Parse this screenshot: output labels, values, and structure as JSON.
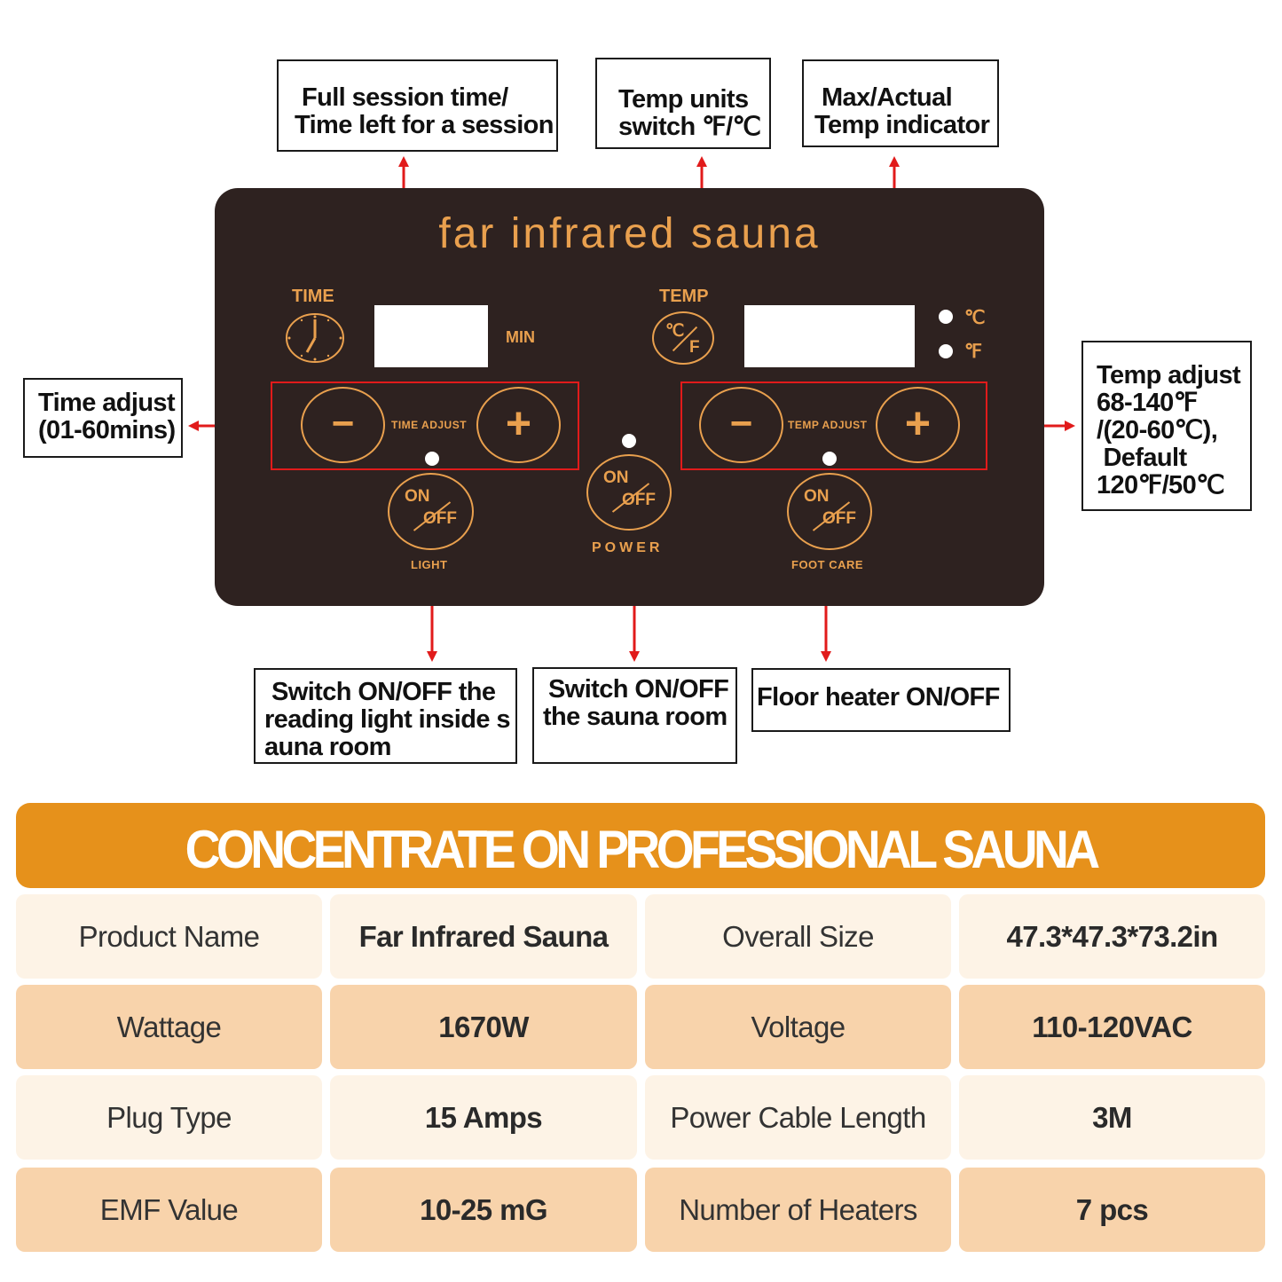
{
  "callouts": {
    "session_time": [
      "Full session time/",
      "Time left for a session"
    ],
    "temp_units": [
      "Temp units",
      "switch ℉/℃"
    ],
    "max_actual": [
      "Max/Actual",
      "Temp indicator"
    ],
    "time_adjust": [
      "Time adjust",
      "(01-60mins)"
    ],
    "temp_adjust": [
      "Temp adjust",
      "68-140℉",
      "/(20-60℃),",
      " Default",
      "120℉/50℃"
    ],
    "light": [
      "Switch ON/OFF the",
      "reading light inside s",
      "auna room"
    ],
    "power": [
      "Switch ON/OFF",
      "the sauna room"
    ],
    "floor": [
      "Floor heater ON/OFF"
    ]
  },
  "panel": {
    "title": "far infrared sauna",
    "time_label": "TIME",
    "min_label": "MIN",
    "temp_label": "TEMP",
    "celsius": "℃",
    "fahrenheit": "℉",
    "unit_switch_c": "℃",
    "unit_switch_f": "F",
    "time_adjust_label": "TIME ADJUST",
    "temp_adjust_label": "TEMP ADJUST",
    "minus": "−",
    "plus": "+",
    "on": "ON",
    "off": "OFF",
    "light_label": "LIGHT",
    "power_label": "POWER",
    "foot_care_label": "FOOT CARE"
  },
  "banner": "CONCENTRATE ON PROFESSIONAL SAUNA",
  "specs": [
    [
      "Product Name",
      "Far Infrared Sauna",
      "Overall Size",
      "47.3*47.3*73.2in"
    ],
    [
      "Wattage",
      "1670W",
      "Voltage",
      "110-120VAC"
    ],
    [
      "Plug Type",
      "15 Amps",
      "Power Cable Length",
      "3M"
    ],
    [
      "EMF Value",
      "10-25 mG",
      "Number of Heaters",
      "7 pcs"
    ]
  ],
  "colors": {
    "panel": "#2e2220",
    "accent": "#e9a04e",
    "arrow": "#e11b1b",
    "banner": "#e6911b"
  }
}
